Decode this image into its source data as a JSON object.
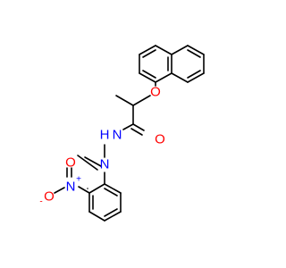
{
  "molecule": {
    "atoms": {
      "ether_oxygen": "O",
      "carbonyl_oxygen": "O",
      "amide_nitrogen": "N",
      "amide_hydrogen": "H",
      "imine_nitrogen": "N",
      "nitro_nitrogen": "N",
      "nitro_oxygen_upper": "O",
      "nitro_oxygen_left": "O",
      "nitro_n_charge": "+",
      "nitro_o_charge": "-"
    },
    "colors": {
      "bond": "#000000",
      "oxygen": "#ff0000",
      "nitrogen": "#0000ff",
      "carbon": "#000000"
    }
  }
}
